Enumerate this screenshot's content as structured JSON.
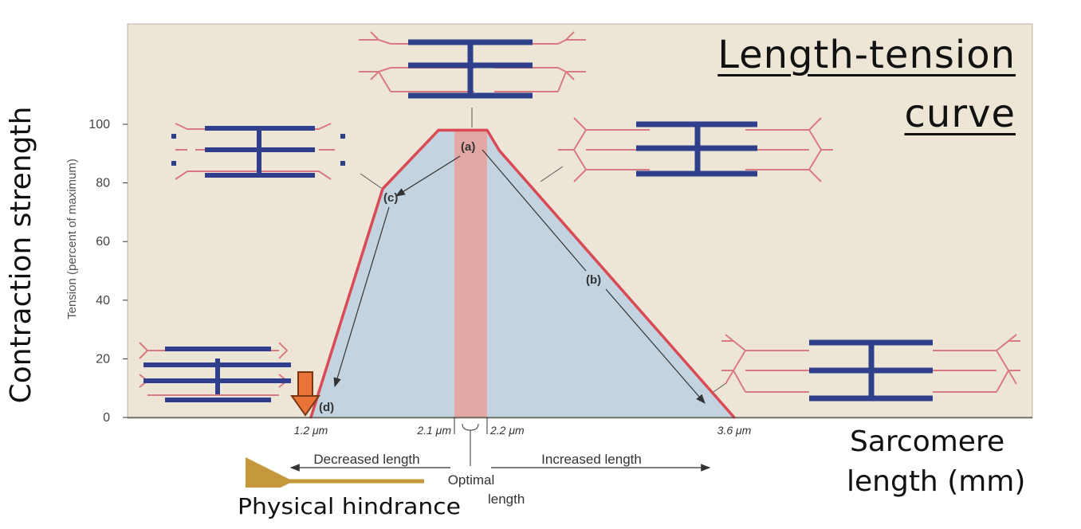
{
  "title": "Length-tension curve",
  "title_lines": [
    "Length-tension",
    "curve"
  ],
  "outer_ylabel": "Contraction strength",
  "outer_xlabel_lines": [
    "Sarcomere",
    "length (mm)"
  ],
  "physical_hindrance_label": "Physical hindrance",
  "annotation_labels": {
    "a": "(a)",
    "b": "(b)",
    "c": "(c)",
    "d": "(d)"
  },
  "length_labels": {
    "decreased": "Decreased length",
    "increased": "Increased length",
    "optimal_line1": "Optimal",
    "optimal_line2": "length"
  },
  "colors": {
    "background": "#ede6d6",
    "area_fill": "#c3d3df",
    "curve": "#d94a55",
    "optimal_band": "#e3a7a4",
    "thick_filament": "#2f3f8c",
    "thin_filament": "#d97a82",
    "hindrance_arrow": "#c6983e",
    "down_arrow": "#e8743a"
  },
  "chart_data": {
    "type": "area",
    "title": "",
    "xlabel": "",
    "ylabel": "Tension (percent of maximum)",
    "x_tick_labels": [
      "1.2 μm",
      "2.1 μm",
      "2.2 μm",
      "3.6 μm"
    ],
    "x_tick_values": [
      1.2,
      2.1,
      2.2,
      3.6
    ],
    "y_ticks": [
      0,
      20,
      40,
      60,
      80,
      100
    ],
    "ylim": [
      0,
      100
    ],
    "grid": false,
    "x": [
      1.2,
      1.65,
      2.0,
      2.1,
      2.2,
      2.27,
      3.6
    ],
    "y": [
      0,
      78,
      98,
      98,
      98,
      91,
      0
    ],
    "optimal_band": [
      2.1,
      2.2
    ],
    "annotations": [
      {
        "label": "(a)",
        "x": 2.15,
        "y": 92
      },
      {
        "label": "(b)",
        "x": 2.82,
        "y": 47
      },
      {
        "label": "(c)",
        "x": 1.68,
        "y": 75
      },
      {
        "label": "(d)",
        "x": 1.25,
        "y": 3
      }
    ]
  }
}
